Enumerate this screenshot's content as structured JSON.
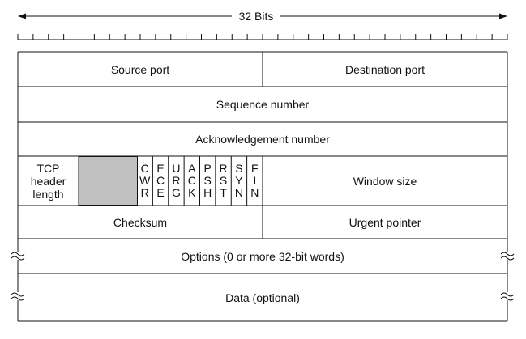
{
  "ruler": {
    "label": "32 Bits",
    "tick_count": 32
  },
  "fields": {
    "source_port": "Source port",
    "destination_port": "Destination port",
    "sequence_number": "Sequence number",
    "acknowledgement_number": "Acknowledgement number",
    "header_length": [
      "TCP",
      "header",
      "length"
    ],
    "window_size": "Window size",
    "checksum": "Checksum",
    "urgent_pointer": "Urgent pointer",
    "options": "Options (0 or more 32-bit words)",
    "data": "Data (optional)"
  },
  "flags": [
    {
      "letters": [
        "C",
        "W",
        "R"
      ]
    },
    {
      "letters": [
        "E",
        "C",
        "E"
      ]
    },
    {
      "letters": [
        "U",
        "R",
        "G"
      ]
    },
    {
      "letters": [
        "A",
        "C",
        "K"
      ]
    },
    {
      "letters": [
        "P",
        "S",
        "H"
      ]
    },
    {
      "letters": [
        "R",
        "S",
        "T"
      ]
    },
    {
      "letters": [
        "S",
        "Y",
        "N"
      ]
    },
    {
      "letters": [
        "F",
        "I",
        "N"
      ]
    }
  ],
  "colors": {
    "reserved_fill": "#c0c0c0",
    "line": "#111111"
  }
}
